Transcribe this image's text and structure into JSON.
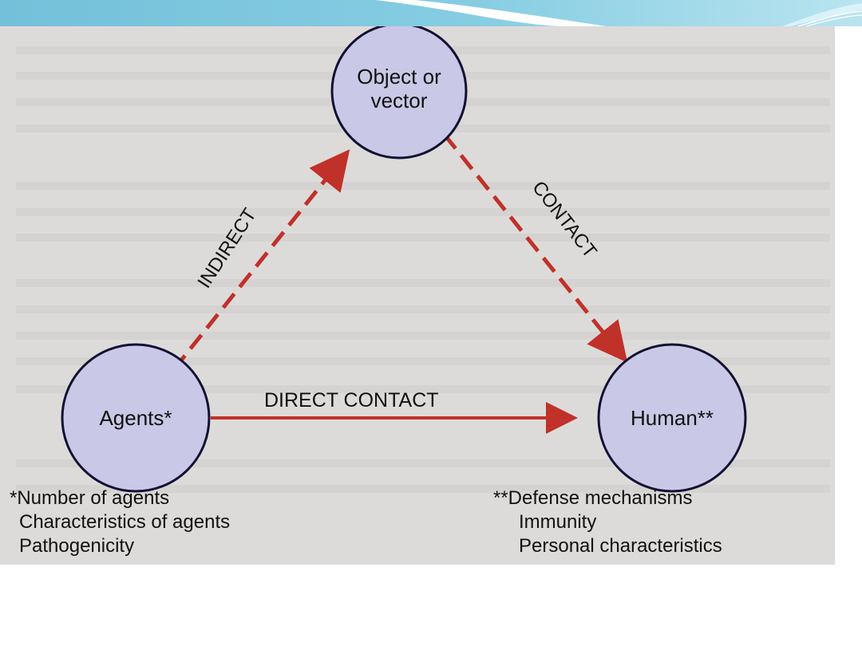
{
  "colors": {
    "banner_main": "#7cc6dd",
    "banner_light": "#bfe6f1",
    "node_fill": "#c9c8e6",
    "node_stroke": "#111133",
    "arrow": "#c0312a",
    "scan_bg": "#dcdad8"
  },
  "nodes": {
    "vector": {
      "line1": "Object or",
      "line2": "vector"
    },
    "agents": {
      "label": "Agents*"
    },
    "human": {
      "label": "Human**"
    }
  },
  "edges": {
    "indirect": "INDIRECT",
    "contact": "CONTACT",
    "direct": "DIRECT CONTACT"
  },
  "notes": {
    "agents": [
      "*Number of agents",
      "Characteristics of agents",
      "Pathogenicity"
    ],
    "human": [
      "**Defense mechanisms",
      "Immunity",
      "Personal characteristics"
    ]
  }
}
